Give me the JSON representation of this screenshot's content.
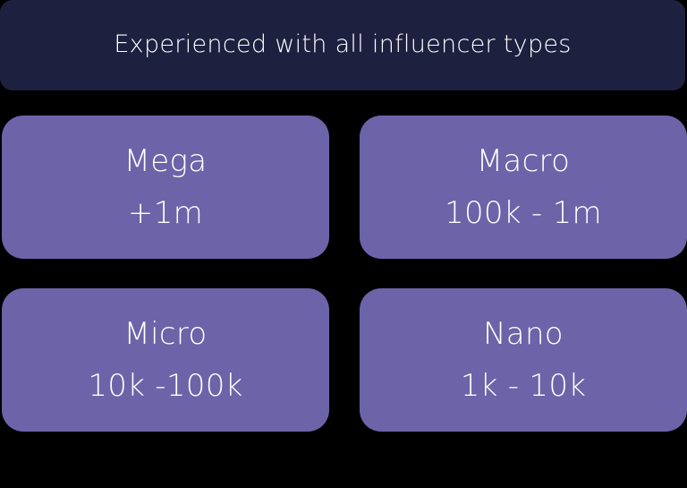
{
  "header": {
    "title": "Experienced with all influencer types"
  },
  "colors": {
    "background": "#000000",
    "header_bg": "#1e2040",
    "card_bg": "#6d63a8",
    "text": "#ffffff"
  },
  "cards": [
    {
      "name": "Mega",
      "range": "+1m"
    },
    {
      "name": "Macro",
      "range": "100k - 1m"
    },
    {
      "name": "Micro",
      "range": "10k -100k"
    },
    {
      "name": "Nano",
      "range": "1k - 10k"
    }
  ]
}
